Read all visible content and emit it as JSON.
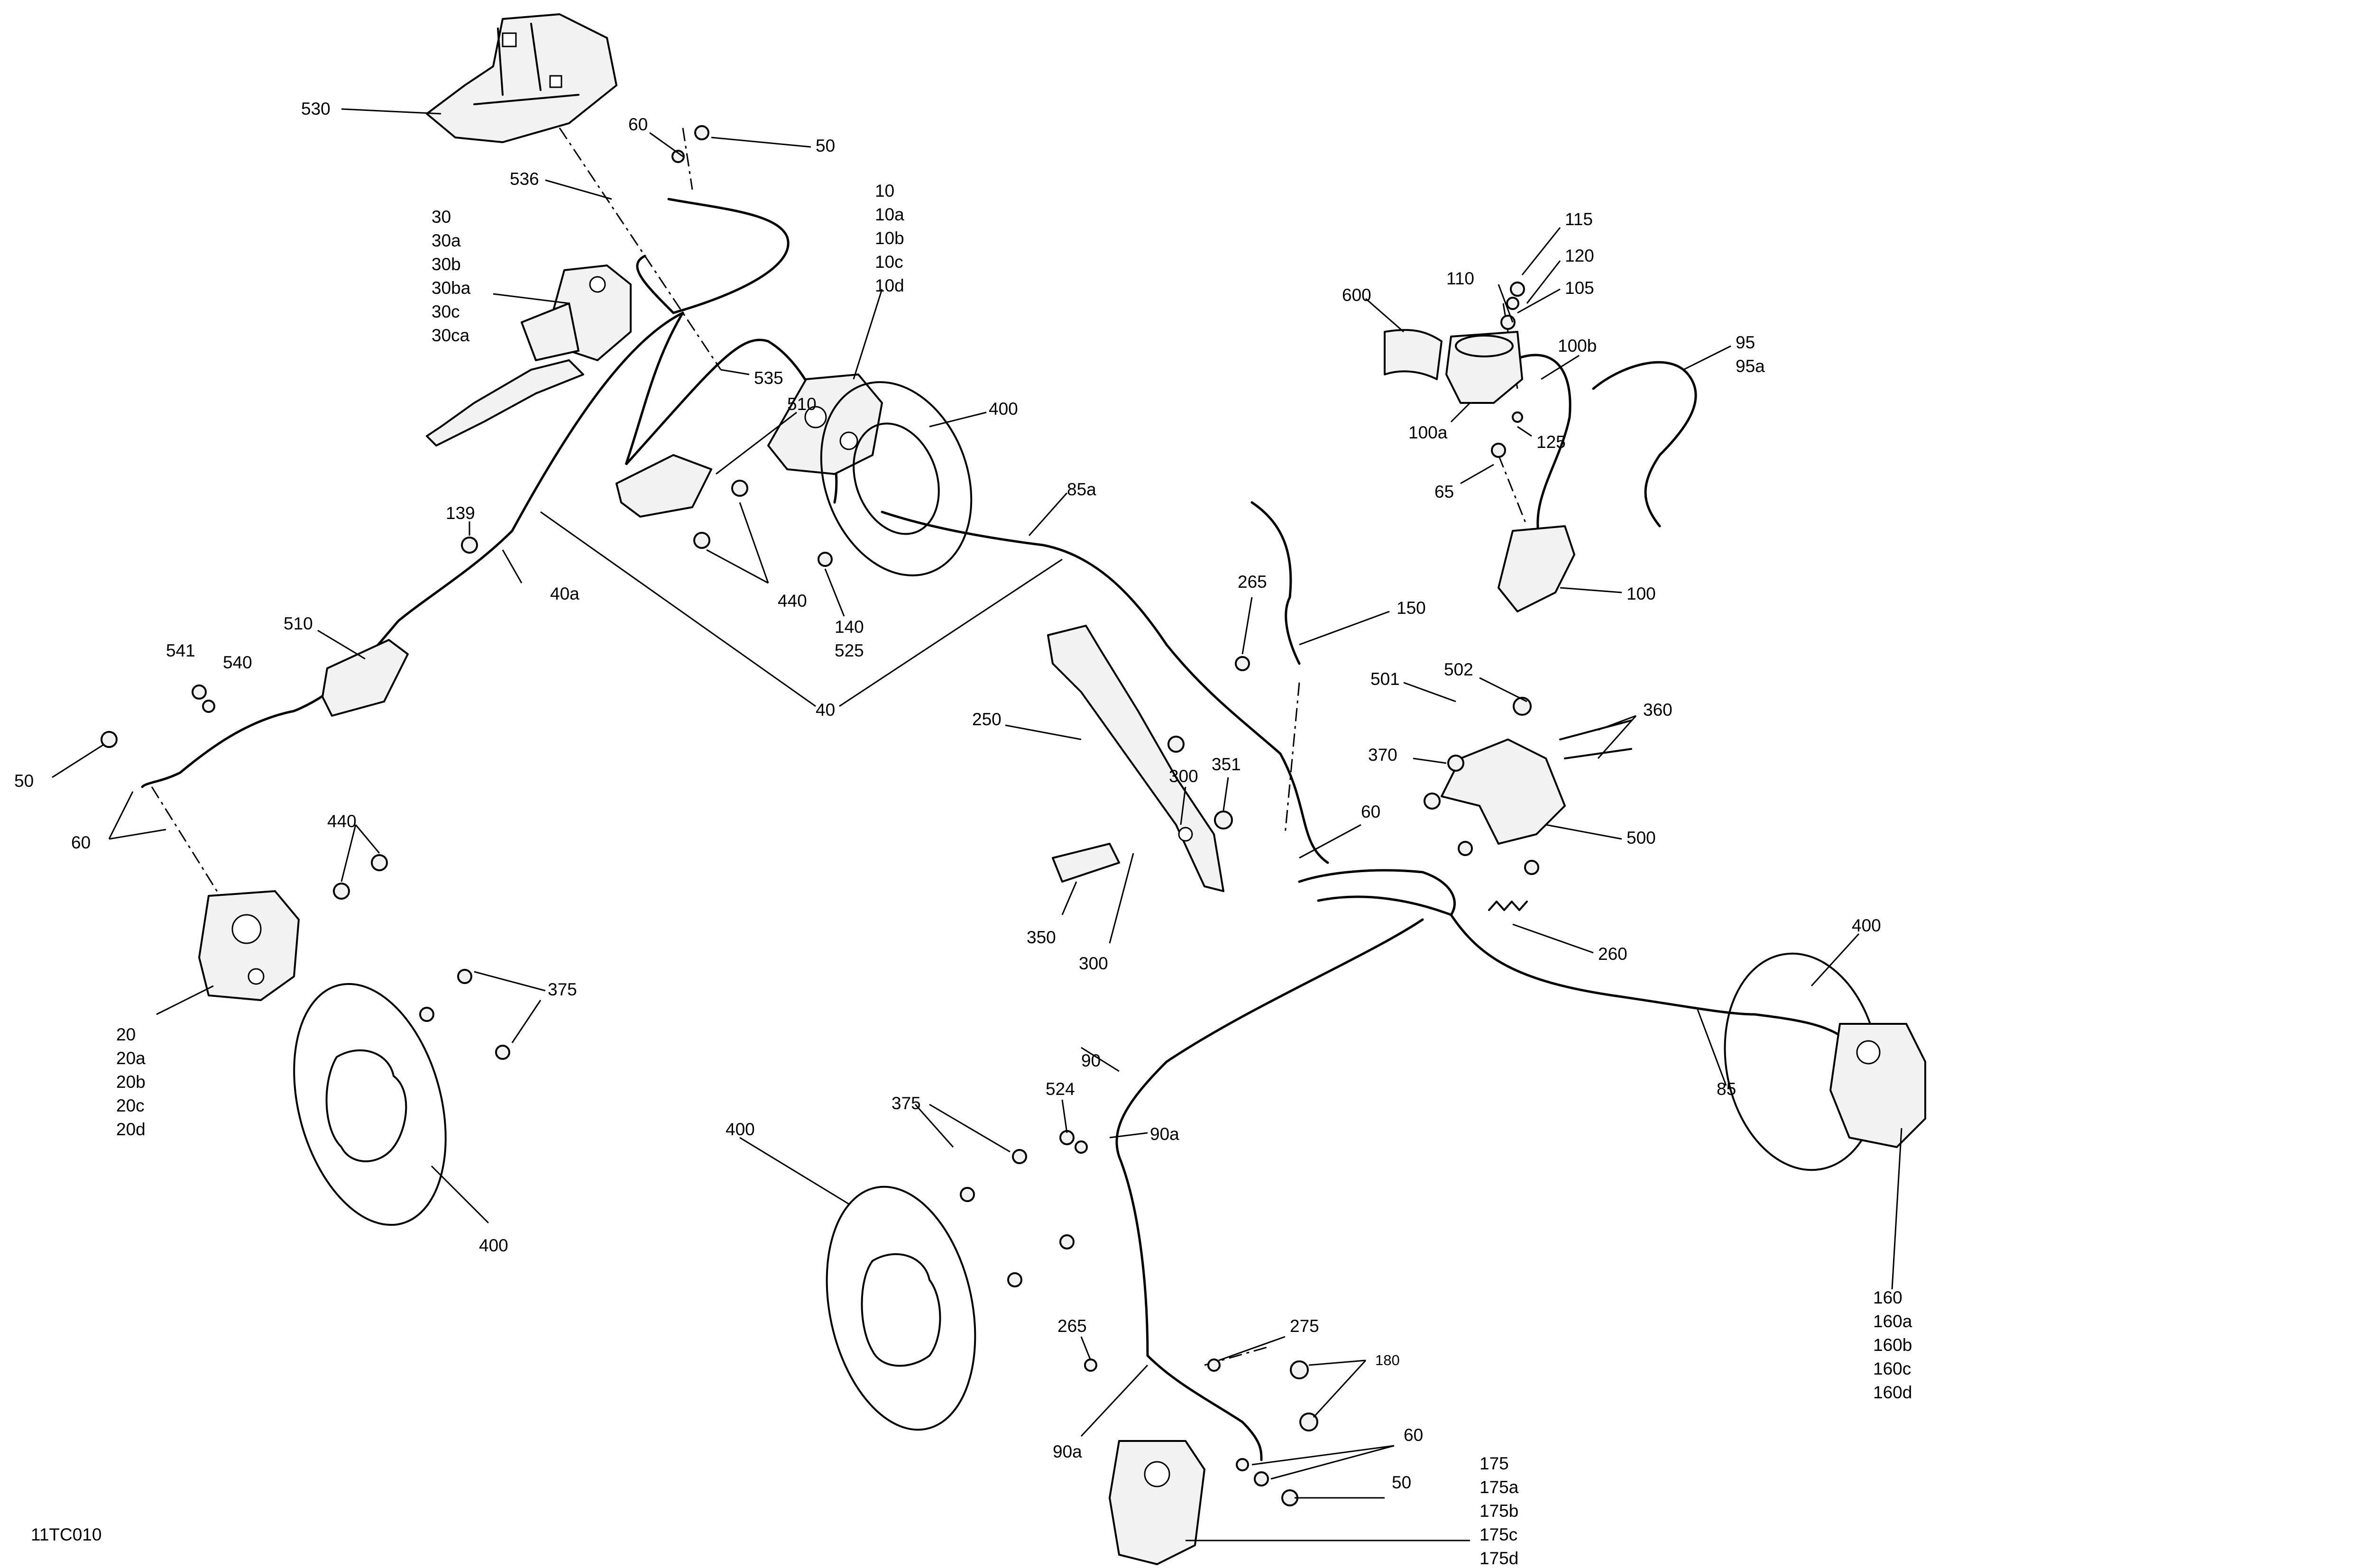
{
  "diagram_ref": "11TC010",
  "callouts": {
    "c530": "530",
    "c60_top": "60",
    "c50_top": "50",
    "c536": "536",
    "c30": [
      "30",
      "30a",
      "30b",
      "30ba",
      "30c",
      "30ca"
    ],
    "c10": [
      "10",
      "10a",
      "10b",
      "10c",
      "10d"
    ],
    "c535": "535",
    "c510_top": "510",
    "c400_top": "400",
    "c85a": "85a",
    "c139": "139",
    "c40a": "40a",
    "c440_top": "440",
    "c140": [
      "140",
      "525"
    ],
    "c40": "40",
    "c510_left": "510",
    "c541": "541",
    "c540": "540",
    "c50_left": "50",
    "c60_left": "60",
    "c440_left": "440",
    "c20": [
      "20",
      "20a",
      "20b",
      "20c",
      "20d"
    ],
    "c375_left": "375",
    "c400_left": "400",
    "c600": "600",
    "c110": "110",
    "c115": "115",
    "c120": "120",
    "c105": "105",
    "c100b": "100b",
    "c95": [
      "95",
      "95a"
    ],
    "c100a": "100a",
    "c125": "125",
    "c65": "65",
    "c100": "100",
    "c265_top": "265",
    "c150": "150",
    "c250": "250",
    "c300_a": "300",
    "c351": "351",
    "c60_mid": "60",
    "c350": "350",
    "c300_b": "300",
    "c501": "501",
    "c502": "502",
    "c360": "360",
    "c370": "370",
    "c500": "500",
    "c260": "260",
    "c400_right": "400",
    "c85": "85",
    "c90": "90",
    "c524": "524",
    "c90a_top": "90a",
    "c375_mid": "375",
    "c400_mid": "400",
    "c160": [
      "160",
      "160a",
      "160b",
      "160c",
      "160d"
    ],
    "c265_bot": "265",
    "c275": "275",
    "c180": "180",
    "c90a_bot": "90a",
    "c60_bot": "60",
    "c50_bot": "50",
    "c175": [
      "175",
      "175a",
      "175b",
      "175c",
      "175d"
    ]
  }
}
